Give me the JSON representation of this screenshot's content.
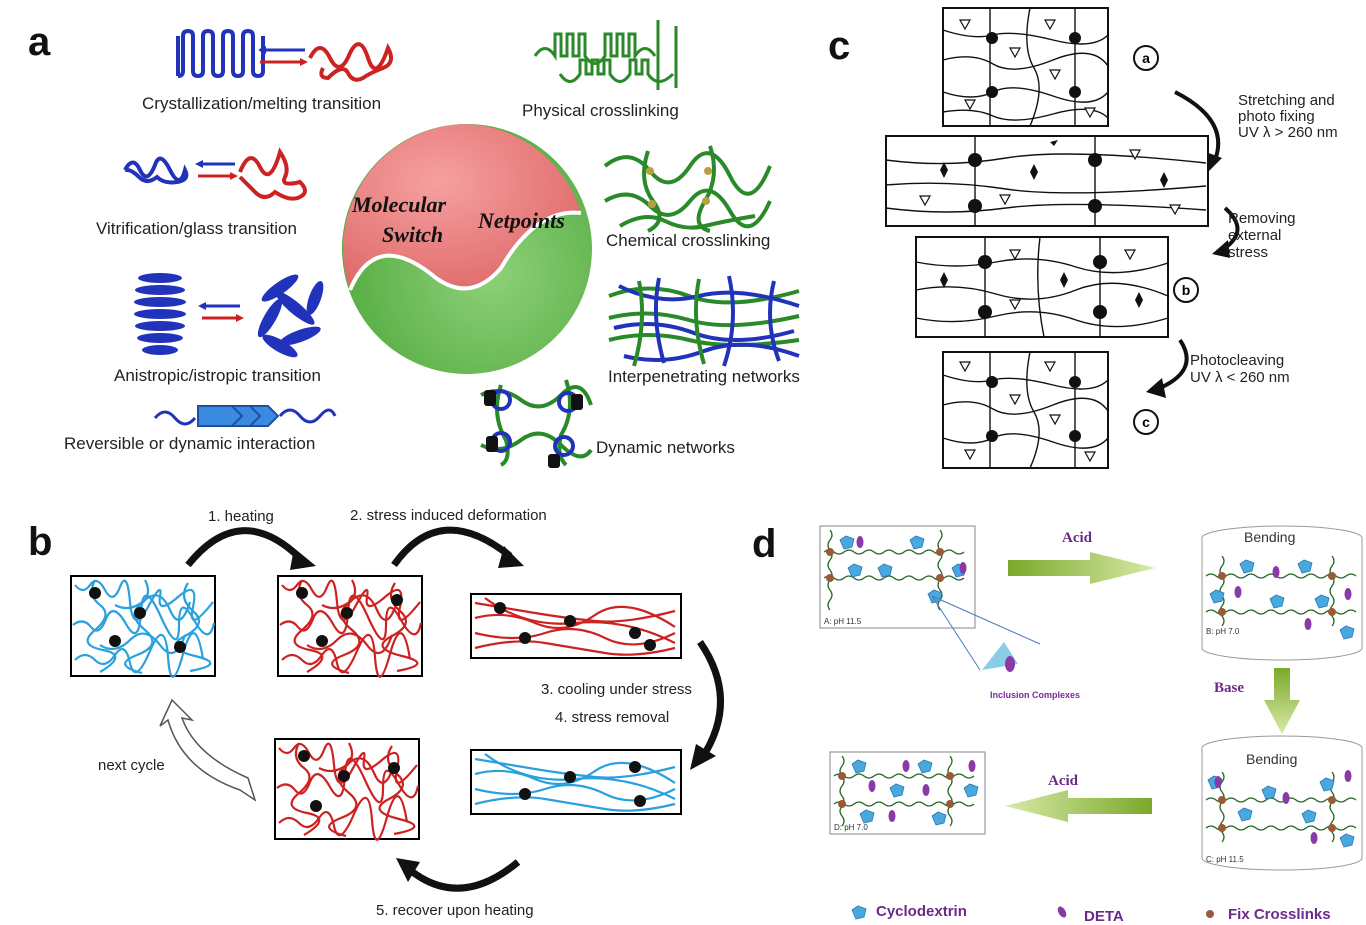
{
  "panels": {
    "a": {
      "label": "a",
      "center_left": "Molecular",
      "center_left2": "Switch",
      "center_right": "Netpoints",
      "switch_items": [
        "Crystallization/melting transition",
        "Vitrification/glass transition",
        "Anistropic/istropic transition",
        "Reversible or dynamic interaction"
      ],
      "netpoint_items": [
        "Physical crosslinking",
        "Chemical crosslinking",
        "Interpenetrating networks",
        "Dynamic networks"
      ]
    },
    "b": {
      "label": "b",
      "step1": "1. heating",
      "step2": "2. stress induced deformation",
      "step3": "3. cooling under stress",
      "step4": "4. stress removal",
      "step5": "5. recover upon heating",
      "next": "next cycle"
    },
    "c": {
      "label": "c",
      "circle_a": "a",
      "circle_b": "b",
      "circle_c": "c",
      "arrow1_l1": "Stretching and",
      "arrow1_l2": "photo fixing",
      "arrow1_l3": "UV λ > 260 nm",
      "arrow2_l1": "Removing",
      "arrow2_l2": "external",
      "arrow2_l3": "stress",
      "arrow3_l1": "Photocleaving",
      "arrow3_l2": "UV λ < 260 nm"
    },
    "d": {
      "label": "d",
      "acid_top": "Acid",
      "base": "Base",
      "acid_bottom": "Acid",
      "bending1": "Bending",
      "bending2": "Bending",
      "boxA": "A: pH  11.5",
      "boxB": "B: pH  7.0",
      "boxC": "C: pH  11.5",
      "boxD": "D: pH  7.0",
      "inclusion": "Inclusion Complexes",
      "legend_cd": "Cyclodextrin",
      "legend_deta": "DETA",
      "legend_fix": "Fix  Crosslinks"
    }
  },
  "colors": {
    "red": "#cc2222",
    "blue": "#2233bb",
    "green": "#2a8a2a",
    "cyan": "#2aa0dd",
    "pink": "#f08080",
    "lightgreen": "#6cbf5a",
    "purple": "#6a2a8a",
    "arrowgreen": "#8ab63a"
  }
}
